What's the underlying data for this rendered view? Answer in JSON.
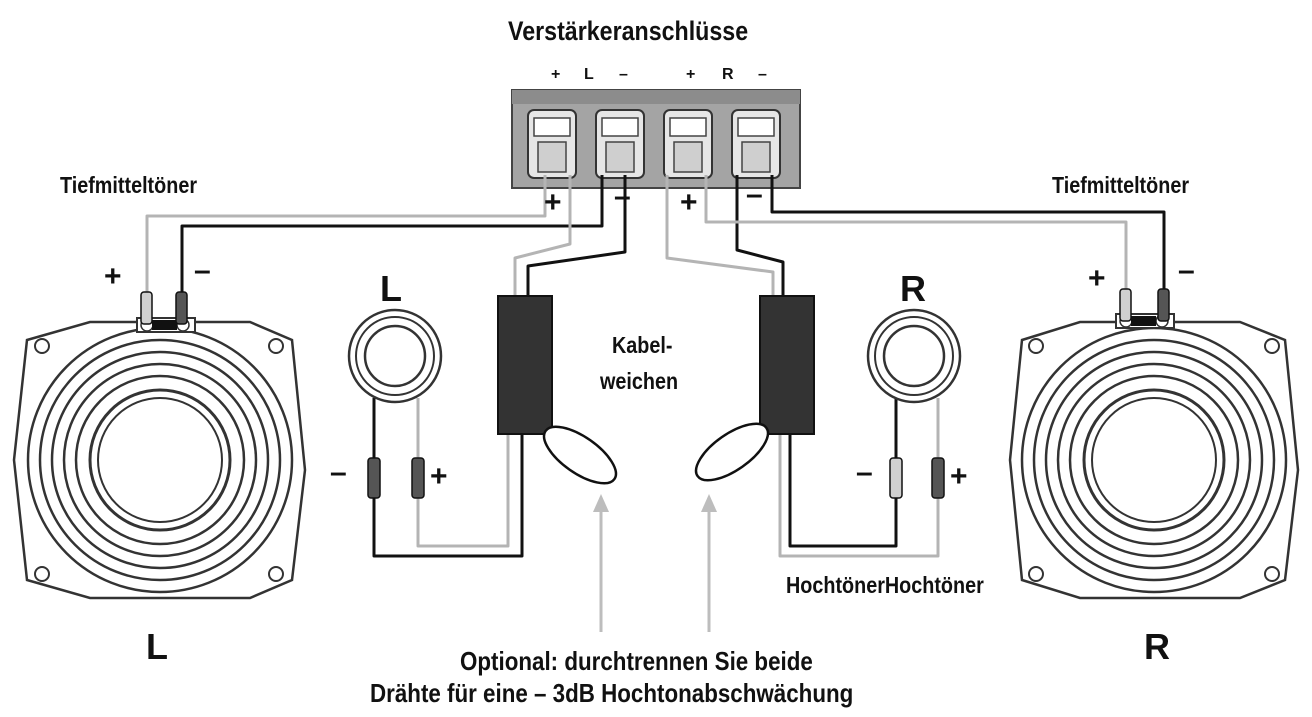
{
  "title": "Verstärkeranschlüsse",
  "terminal_labels": {
    "left": {
      "plus": "+",
      "channel": "L",
      "minus": "–"
    },
    "right": {
      "plus": "+",
      "channel": "R",
      "minus": "–"
    }
  },
  "terminal_signs": {
    "plus": "+",
    "minus": "–"
  },
  "woofer_label": "Tiefmitteltöner",
  "woofer_polarity": {
    "plus": "+",
    "minus": "–"
  },
  "tweeter_polarity": {
    "plus": "+",
    "minus": "–"
  },
  "tweeter_channels": {
    "left": "L",
    "right": "R"
  },
  "crossover_label_line1": "Kabel-",
  "crossover_label_line2": "weichen",
  "tweeter_label": "HochtönerHochtöner",
  "woofer_channels": {
    "left": "L",
    "right": "R"
  },
  "note_line1": "Optional: durchtrennen Sie beide",
  "note_line2": "Drähte für eine – 3dB Hochtonabschwächung",
  "colors": {
    "wire_dark": "#111111",
    "wire_light": "#b4b4b4",
    "terminal_block": "#a4a4a4",
    "crossover": "#333333",
    "arrow": "#bdbdbd"
  }
}
